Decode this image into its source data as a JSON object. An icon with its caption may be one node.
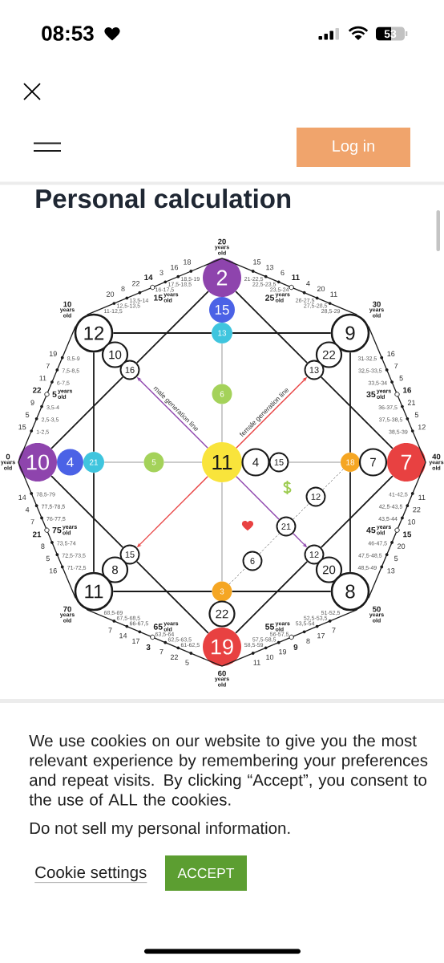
{
  "diagram": {
    "title": "Personal calculation",
    "nodes": [
      {
        "text": [
          "2"
        ],
        "beside": [
          "20",
          "years old"
        ]
      },
      {
        "text": [
          "15"
        ]
      },
      {
        "text": [
          "12"
        ],
        "beside": [
          "10",
          "years old"
        ]
      },
      {
        "text": [
          "13"
        ]
      },
      {
        "text": [
          "9"
        ],
        "beside": [
          "30",
          "years old"
        ]
      },
      {
        "text": [
          "10"
        ]
      },
      {
        "text": [
          "22"
        ]
      },
      {
        "text": [
          "16"
        ]
      },
      {
        "text": [
          "13"
        ]
      },
      {
        "text": [
          "6"
        ]
      },
      {
        "text": [
          "10"
        ],
        "beside": [
          "0",
          "years old"
        ]
      },
      {
        "text": [
          "4"
        ]
      },
      {
        "text": [
          "21"
        ]
      },
      {
        "text": [
          "5"
        ]
      },
      {
        "text": [
          "11"
        ]
      },
      {
        "text": [
          "4"
        ]
      },
      {
        "text": [
          "15"
        ]
      },
      {
        "text": [
          "18"
        ]
      },
      {
        "text": [
          "7"
        ]
      },
      {
        "text": [
          "7"
        ],
        "beside": [
          "40",
          "years old"
        ]
      },
      {
        "text": [
          "12"
        ]
      },
      {
        "text": [
          "21"
        ]
      },
      {
        "text": [
          "15"
        ]
      },
      {
        "text": [
          "12"
        ]
      },
      {
        "text": [
          "6"
        ]
      },
      {
        "text": [
          "8"
        ]
      },
      {
        "text": [
          "20"
        ]
      },
      {
        "text": [
          "11"
        ],
        "beside": [
          "70",
          "years old"
        ]
      },
      {
        "text": [
          "3"
        ]
      },
      {
        "text": [
          "8"
        ],
        "beside": [
          "50",
          "years old"
        ]
      },
      {
        "text": [
          "22"
        ]
      },
      {
        "text": [
          "19"
        ],
        "beside": [
          "60",
          "years old"
        ]
      }
    ],
    "edges": [
      {
        "from": 10,
        "to": 2,
        "arrow": "none"
      },
      {
        "from": 2,
        "to": 0,
        "arrow": "none"
      },
      {
        "from": 0,
        "to": 4,
        "arrow": "none"
      },
      {
        "from": 4,
        "to": 19,
        "arrow": "none"
      },
      {
        "from": 19,
        "to": 29,
        "arrow": "none"
      },
      {
        "from": 29,
        "to": 31,
        "arrow": "none"
      },
      {
        "from": 31,
        "to": 27,
        "arrow": "none"
      },
      {
        "from": 27,
        "to": 10,
        "arrow": "none"
      },
      {
        "from": 2,
        "to": 3,
        "arrow": "none"
      },
      {
        "from": 3,
        "to": 4,
        "arrow": "none"
      },
      {
        "from": 4,
        "to": 17,
        "arrow": "none"
      },
      {
        "from": 17,
        "to": 29,
        "arrow": "none"
      },
      {
        "from": 29,
        "to": 28,
        "arrow": "none"
      },
      {
        "from": 28,
        "to": 27,
        "arrow": "none"
      },
      {
        "from": 27,
        "to": 12,
        "arrow": "none"
      },
      {
        "from": 12,
        "to": 2,
        "arrow": "none"
      },
      {
        "from": 10,
        "to": 7,
        "arrow": "none"
      },
      {
        "from": 7,
        "to": 0,
        "arrow": "none"
      },
      {
        "from": 0,
        "to": 8,
        "arrow": "none"
      },
      {
        "from": 8,
        "to": 19,
        "arrow": "none"
      },
      {
        "from": 19,
        "to": 23,
        "arrow": "none"
      },
      {
        "from": 23,
        "to": 31,
        "arrow": "none"
      },
      {
        "from": 31,
        "to": 22,
        "arrow": "none"
      },
      {
        "from": 22,
        "to": 10,
        "arrow": "none"
      },
      {
        "from": 3,
        "to": 9,
        "arrow": "none",
        "color": "#8C8C8C"
      },
      {
        "from": 9,
        "to": 14,
        "arrow": "none",
        "color": "#8C8C8C"
      },
      {
        "from": 12,
        "to": 13,
        "arrow": "none",
        "color": "#8C8C8C"
      },
      {
        "from": 13,
        "to": 14,
        "arrow": "none",
        "color": "#8C8C8C"
      },
      {
        "from": 16,
        "to": 17,
        "arrow": "none",
        "color": "#8C8C8C"
      },
      {
        "from": 14,
        "to": 28,
        "arrow": "none",
        "color": "#8C8C8C"
      },
      {
        "from": 14,
        "to": 7,
        "arrow": "to",
        "label": "male generation line",
        "color": "#8E44AD"
      },
      {
        "from": 14,
        "to": 8,
        "arrow": "to",
        "label": "female generation line",
        "color": "#E84141"
      },
      {
        "from": 14,
        "to": 21,
        "arrow": "none",
        "color": "#8E44AD"
      },
      {
        "from": 21,
        "to": 23,
        "arrow": "to",
        "color": "#8E44AD"
      },
      {
        "from": 14,
        "to": 22,
        "arrow": "to",
        "color": "#E84141"
      },
      {
        "from": 28,
        "to": 24,
        "arrow": "none",
        "style": "dashed",
        "color": "#7A7A7A"
      },
      {
        "from": 24,
        "to": 21,
        "arrow": "none",
        "style": "dashed",
        "color": "#7A7A7A"
      },
      {
        "from": 21,
        "to": 20,
        "arrow": "none",
        "style": "dashed",
        "color": "#7A7A7A"
      },
      {
        "from": 20,
        "to": 17,
        "arrow": "none",
        "style": "dashed",
        "color": "#7A7A7A"
      }
    ],
    "labels": [
      "08:53",
      "53",
      "Log in",
      "15",
      "1-2,5",
      "5",
      "2,5-3,5",
      "9",
      "3,5-4",
      "22",
      "5",
      "years old",
      "11",
      "6-7,5",
      "7",
      "7,5-8,5",
      "19",
      "8,5-9",
      "20",
      "11-12,5",
      "8",
      "12,5-13,5",
      "22",
      "13,5-14",
      "14",
      "15",
      "years old",
      "3",
      "16-17,5",
      "16",
      "17,5-18,5",
      "18",
      "18,5-19",
      "15",
      "21-22,5",
      "13",
      "22,5-23,5",
      "6",
      "23,5-24",
      "11",
      "25",
      "years old",
      "4",
      "26-27,5",
      "20",
      "27,5-28,5",
      "11",
      "28,5-29",
      "16",
      "31-32,5",
      "7",
      "32,5-33,5",
      "5",
      "33,5-34",
      "16",
      "35",
      "years old",
      "21",
      "36-37,5",
      "5",
      "37,5-38,5",
      "12",
      "38,5-39",
      "11",
      "41-42,5",
      "22",
      "42,5-43,5",
      "10",
      "43,5-44",
      "15",
      "45",
      "years old",
      "20",
      "46-47,5",
      "5",
      "47,5-48,5",
      "13",
      "48,5-49",
      "7",
      "51-52,5",
      "17",
      "52,5-53,5",
      "8",
      "53,5-54",
      "9",
      "55",
      "years old",
      "19",
      "56-57,5",
      "10",
      "57,5-58,5",
      "11",
      "58,5-59",
      "5",
      "61-62,5",
      "22",
      "62,5-63,5",
      "7",
      "63,5-64",
      "3",
      "65",
      "years old",
      "17",
      "66-67,5",
      "14",
      "67,5-68,5",
      "7",
      "68,5-69",
      "16",
      "71-72,5",
      "5",
      "72,5-73,5",
      "8",
      "73,5-74",
      "21",
      "75",
      "years old",
      "7",
      "76-77,5",
      "4",
      "77,5-78,5",
      "14",
      "78,5-79",
      "We use cookies on our website to give you the most relevant experience by remembering your preferences and repeat visits. By clicking “Accept”, you consent to the use of ALL the cookies.",
      "Do not sell my personal information.",
      "Cookie settings",
      "ACCEPT"
    ]
  }
}
